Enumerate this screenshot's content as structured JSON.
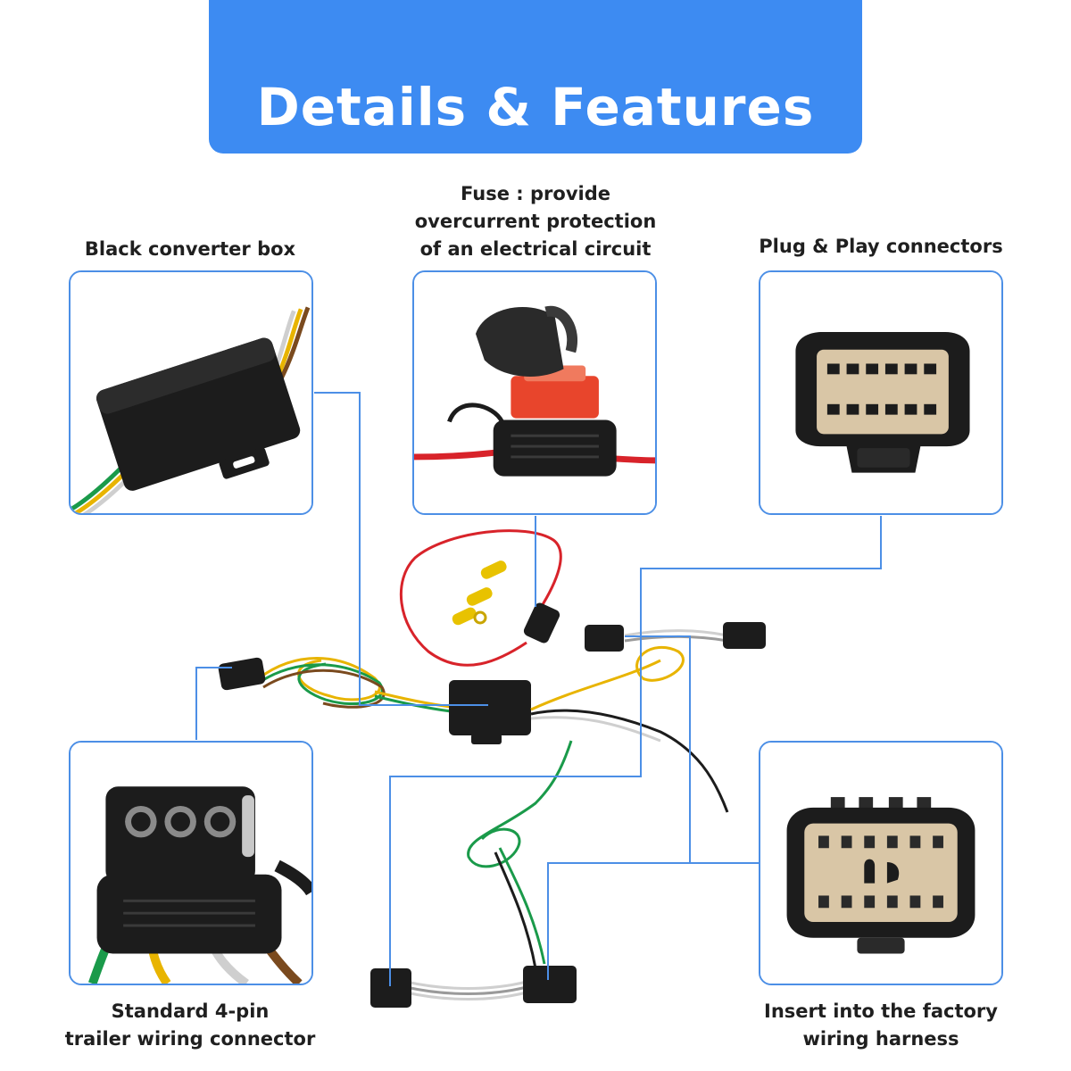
{
  "header": {
    "title": "Details & Features"
  },
  "features": {
    "converter_box": {
      "label": "Black converter box",
      "icon": "converter-box-icon"
    },
    "fuse": {
      "label_lines": [
        "Fuse : provide",
        "overcurrent protection",
        "of an electrical circuit"
      ],
      "icon": "fuse-holder-icon"
    },
    "plug_play": {
      "label": "Plug & Play connectors",
      "icon": "connector-plug-icon"
    },
    "four_pin": {
      "label_lines": [
        "Standard 4-pin",
        "trailer wiring connector"
      ],
      "icon": "four-pin-connector-icon"
    },
    "factory_harness": {
      "label_lines": [
        "Insert into the factory",
        "wiring harness"
      ],
      "icon": "factory-socket-icon"
    }
  },
  "colors": {
    "banner": "#3d8bf2",
    "card_border": "#4c8fe6",
    "leader_line": "#4c8fe6",
    "wire_red": "#d8232a",
    "wire_green": "#1a9a4a",
    "wire_yellow": "#e8b400",
    "wire_brown": "#7a4a1e",
    "plastic_black": "#1c1c1c",
    "connector_beige": "#d9c6a6",
    "fuse_red": "#e8452c"
  }
}
